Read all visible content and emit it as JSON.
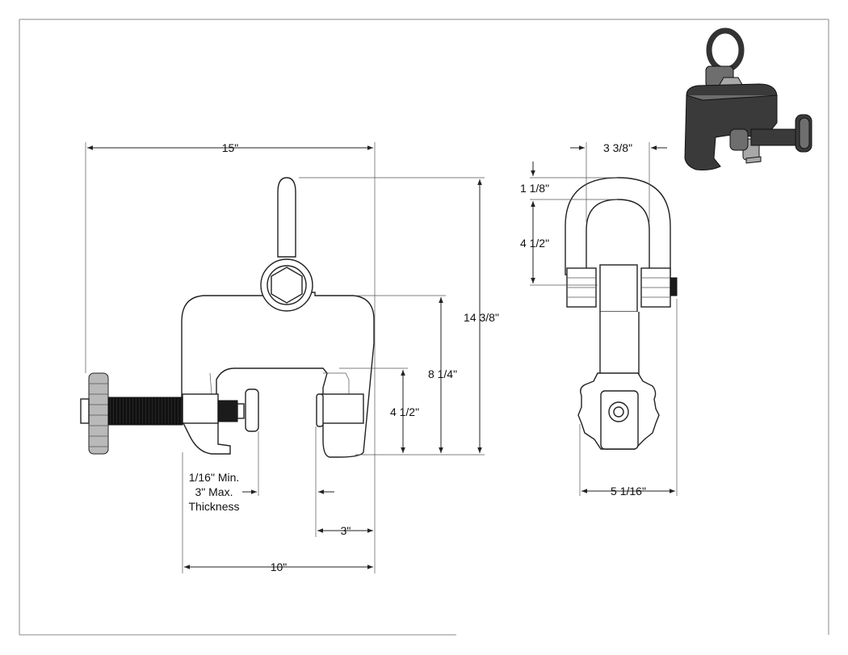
{
  "dimensions": {
    "overall_width": "15\"",
    "overall_height": "14 3/8\"",
    "body_height": "8 1/4\"",
    "jaw_depth": "4 1/2\"",
    "base_width": "10\"",
    "jaw_width": "3\"",
    "thickness_line1": "1/16\" Min.",
    "thickness_line2": "3\" Max.",
    "thickness_line3": "Thickness",
    "side_top_width": "3 3/8\"",
    "side_ring_thickness": "1 1/8\"",
    "side_ring_height": "4 1/2\"",
    "side_bottom_width": "5 1/16\""
  },
  "colors": {
    "line": "#222222",
    "screw": "#1b1b1b",
    "frame": "#888888"
  }
}
